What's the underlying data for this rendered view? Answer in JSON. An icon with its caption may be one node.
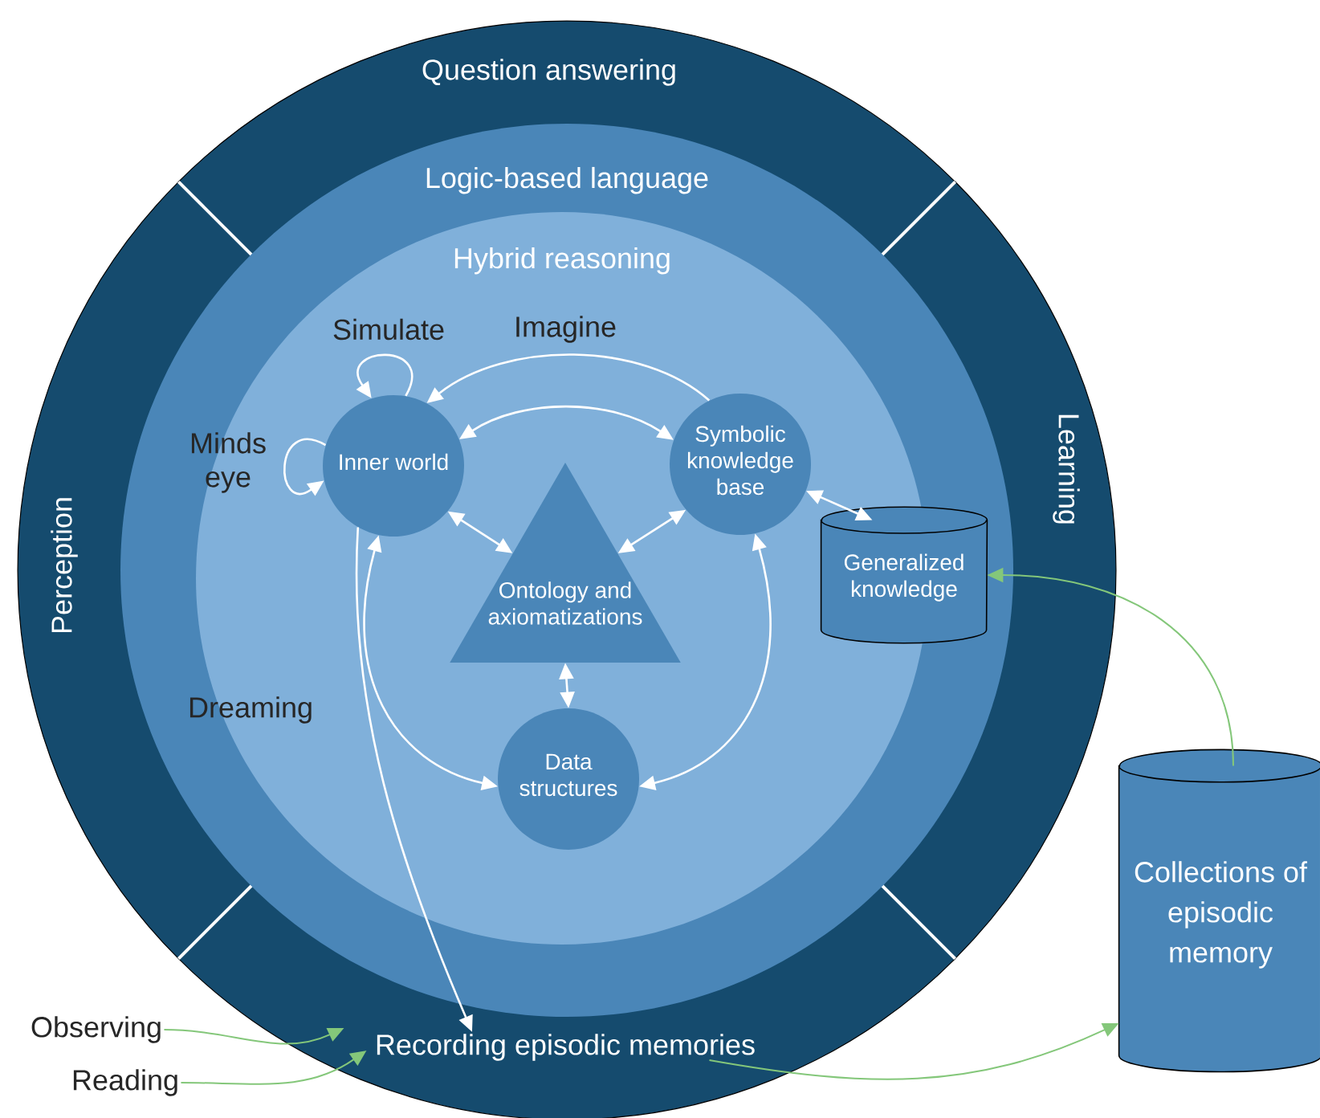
{
  "diagram": {
    "nodes": [
      {
        "text": [
          "Question answering"
        ]
      },
      {
        "text": [
          "Perception"
        ]
      },
      {
        "text": [
          "Learning"
        ]
      },
      {
        "text": [
          "Recording episodic memories"
        ]
      },
      {
        "text": [
          "Logic-based language"
        ]
      },
      {
        "text": [
          "Hybrid reasoning"
        ],
        "in": 4
      },
      {
        "text": [
          "Inner world"
        ],
        "in": 5
      },
      {
        "text": [
          "Symbolic knowledge base"
        ],
        "in": 5
      },
      {
        "text": [
          "Ontology and axiomatizations"
        ],
        "in": 5
      },
      {
        "text": [
          "Data structures"
        ],
        "in": 5
      },
      {
        "text": [
          "Generalized knowledge"
        ],
        "in": 4
      },
      {
        "text": [
          "Collections of episodic memory"
        ]
      },
      {
        "text": [
          "Observing"
        ]
      },
      {
        "text": [
          "Reading"
        ]
      }
    ],
    "edges": [
      {
        "from": 6,
        "to": 6,
        "arrow": "to",
        "label": "Simulate"
      },
      {
        "from": 6,
        "to": 6,
        "arrow": "to",
        "label": "Minds eye"
      },
      {
        "from": 7,
        "to": 6,
        "arrow": "to",
        "label": "Imagine"
      },
      {
        "from": 6,
        "to": 7,
        "arrow": "both"
      },
      {
        "from": 6,
        "to": 8,
        "arrow": "both"
      },
      {
        "from": 7,
        "to": 8,
        "arrow": "both"
      },
      {
        "from": 8,
        "to": 9,
        "arrow": "both"
      },
      {
        "from": 6,
        "to": 9,
        "arrow": "both"
      },
      {
        "from": 7,
        "to": 9,
        "arrow": "both"
      },
      {
        "from": 7,
        "to": 10,
        "arrow": "both"
      },
      {
        "from": 6,
        "to": 3,
        "arrow": "to",
        "label": "Dreaming"
      },
      {
        "from": 11,
        "to": 10,
        "arrow": "to",
        "color": "#84c77a"
      },
      {
        "from": 3,
        "to": 11,
        "arrow": "to",
        "color": "#84c77a"
      },
      {
        "from": 12,
        "to": 3,
        "arrow": "to",
        "color": "#84c77a"
      },
      {
        "from": 13,
        "to": 3,
        "arrow": "to",
        "color": "#84c77a"
      }
    ]
  }
}
